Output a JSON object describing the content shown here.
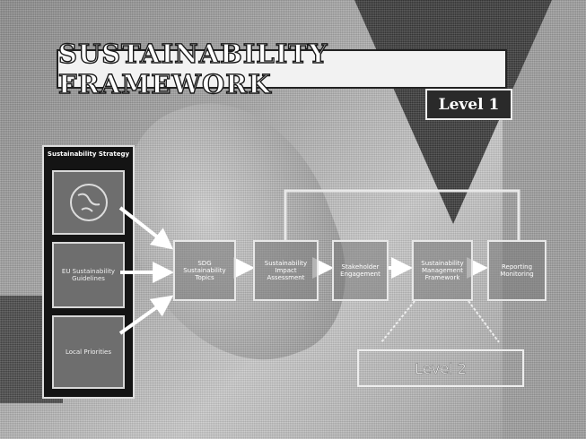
{
  "title": "SUSTAINABILITY FRAMEWORK",
  "level_badge": "Level 1",
  "level2_label": "Level 2",
  "panel": {
    "header": "Sustainability Strategy",
    "boxes": [
      "",
      "EU Sustainability Guidelines",
      "Local Priorities"
    ]
  },
  "flow_boxes": [
    "SDG Sustainability Topics",
    "Sustainability Impact Assessment",
    "Stakeholder Engagement",
    "Sustainability Management Framework",
    "Reporting Monitoring"
  ]
}
